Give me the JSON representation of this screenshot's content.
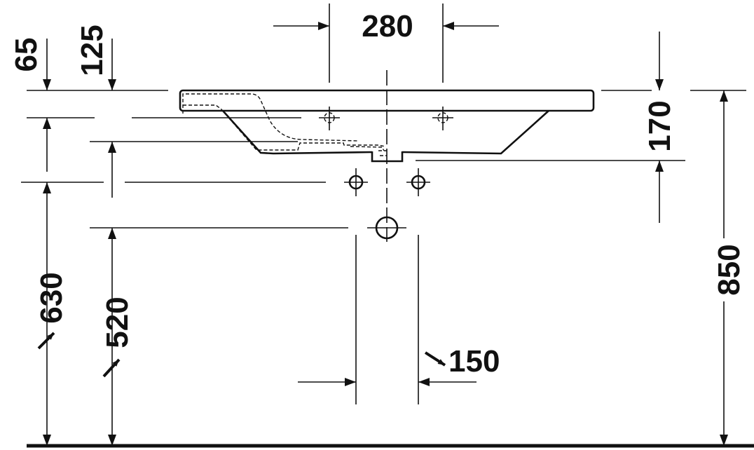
{
  "dimensions": {
    "top_spacing": "280",
    "left_offset_1": "65",
    "left_offset_2": "125",
    "right_depth": "170",
    "height_630": "630",
    "height_520": "520",
    "spacing_150": "150",
    "total_height": "850"
  },
  "colors": {
    "line": "#111111",
    "background": "#ffffff"
  }
}
